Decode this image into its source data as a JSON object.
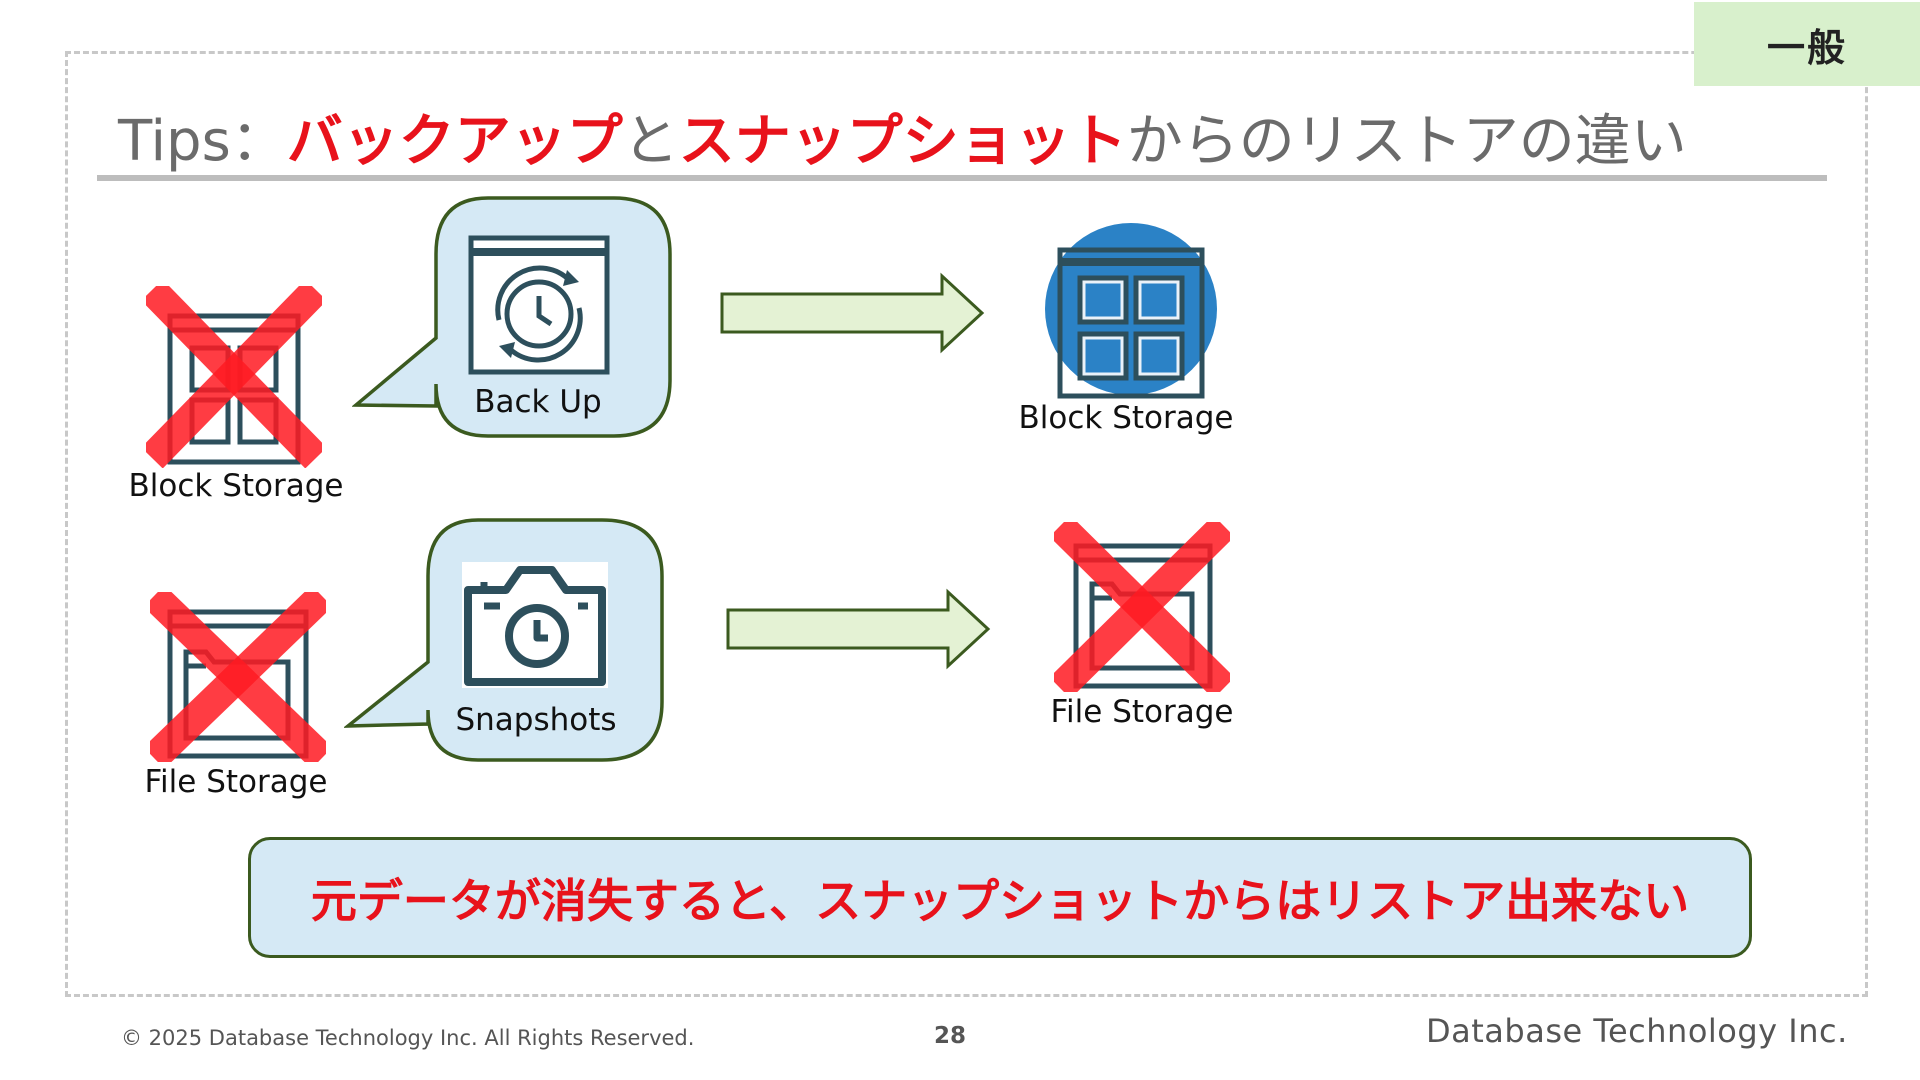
{
  "tag": "一般",
  "title": {
    "prefix": "Tips：",
    "part1": "バックアップ",
    "connector": "と",
    "part2": "スナップショット",
    "suffix": "からのリストアの違い"
  },
  "row_backup": {
    "source_label": "Block Storage",
    "bubble_label": "Back Up",
    "target_label": "Block Storage"
  },
  "row_snapshot": {
    "source_label": "File Storage",
    "bubble_label": "Snapshots",
    "target_label": "File Storage"
  },
  "conclusion": "元データが消失すると、スナップショットからはリストア出来ない",
  "footer": {
    "copyright": "© 2025 Database Technology Inc. All Rights Reserved.",
    "page_number": "28",
    "company": "Database Technology Inc."
  },
  "colors": {
    "accent_red": "#e8121b",
    "icon_navy": "#2d4f5c",
    "bubble_fill": "#d5e9f5",
    "arrow_fill": "#e4f2d4",
    "ok_circle": "#2b82c6",
    "tag_fill": "#d8f0cc"
  },
  "icons": {
    "block_storage": "block-storage-icon",
    "file_storage": "file-storage-icon",
    "backup": "backup-clock-icon",
    "snapshot": "camera-icon"
  }
}
